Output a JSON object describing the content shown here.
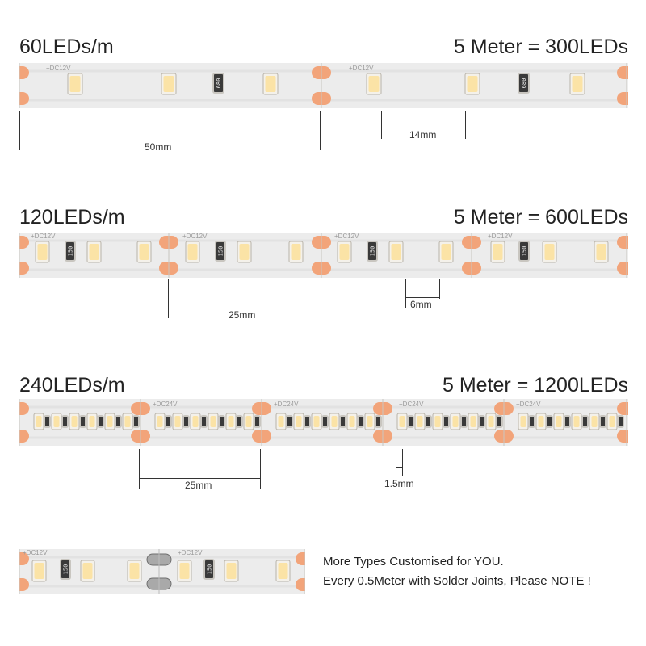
{
  "sections": [
    {
      "density": "60LEDs/m",
      "summary": "5 Meter = 300LEDs",
      "pcb_label": "+DC12V",
      "resistor_code": "680",
      "spacing_a": "50mm",
      "spacing_b": "14mm"
    },
    {
      "density": "120LEDs/m",
      "summary": "5 Meter = 600LEDs",
      "pcb_label": "+DC12V",
      "resistor_code": "150",
      "spacing_a": "25mm",
      "spacing_b": "6mm"
    },
    {
      "density": "240LEDs/m",
      "summary": "5 Meter = 1200LEDs",
      "pcb_label": "+DC24V",
      "resistor_code": "",
      "spacing_a": "25mm",
      "spacing_b": "1.5mm"
    }
  ],
  "sample": {
    "pcb_label": "+DC12V",
    "resistor_code": "150"
  },
  "notes": {
    "line1": "More Types Customised for YOU.",
    "line2": "Every 0.5Meter with Solder Joints, Please NOTE !"
  },
  "colors": {
    "pcb": "#ececec",
    "pad": "#f2a47a",
    "led_frame": "#f4f1ea",
    "led_phosphor": "#fbe3a6",
    "resistor": "#3a3a3a"
  }
}
